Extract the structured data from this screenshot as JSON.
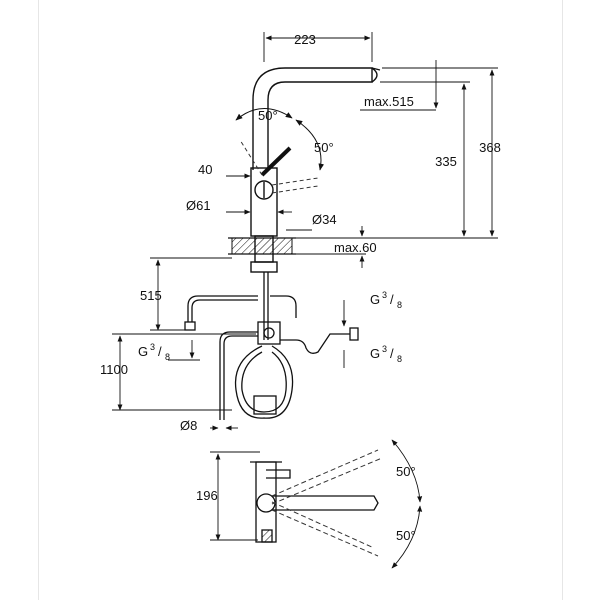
{
  "dimensions": {
    "width_223": "223",
    "max_515": "max.515",
    "angle_50_top": "50°",
    "angle_50_right": "50°",
    "dim_40": "40",
    "dim_335": "335",
    "dim_368": "368",
    "dia_61": "Ø61",
    "dia_34": "Ø34",
    "max_60": "max.60",
    "dim_515": "515",
    "g38_right_top": "G",
    "g38_right_bottom": "G",
    "g38_left": "G",
    "frac_num": "3",
    "frac_den": "8",
    "dim_1100": "1100",
    "dia_8": "Ø8",
    "dim_196": "196",
    "angle_50_plan_top": "50°",
    "angle_50_plan_bottom": "50°"
  },
  "colors": {
    "line": "#111111",
    "hidden": "#333333",
    "frame": "#e6e6e6"
  }
}
